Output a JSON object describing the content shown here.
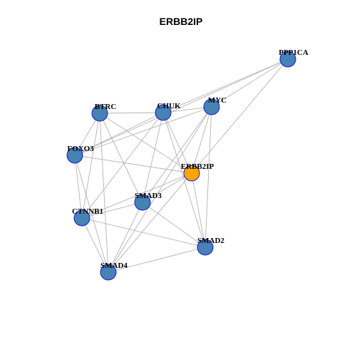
{
  "title": "ERBB2IP",
  "colors": {
    "node_default": "#4682B4",
    "node_focus": "#FFA500",
    "node_border": "#1A1ACC",
    "edge": "#B3B3B3"
  },
  "nodes": [
    {
      "id": "PPP1CA",
      "label": "PPP1CA",
      "focus": false
    },
    {
      "id": "BTRC",
      "label": "BTRC",
      "focus": false
    },
    {
      "id": "CHUK",
      "label": "CHUK",
      "focus": false
    },
    {
      "id": "MYC",
      "label": "MYC",
      "focus": false
    },
    {
      "id": "FOXO3",
      "label": "FOXO3",
      "focus": false
    },
    {
      "id": "ERBB2IP",
      "label": "ERBB2IP",
      "focus": true
    },
    {
      "id": "SMAD3",
      "label": "SMAD3",
      "focus": false
    },
    {
      "id": "CTNNB1",
      "label": "CTNNB1",
      "focus": false
    },
    {
      "id": "SMAD2",
      "label": "SMAD2",
      "focus": false
    },
    {
      "id": "SMAD4",
      "label": "SMAD4",
      "focus": false
    }
  ],
  "edges": [
    [
      "PPP1CA",
      "CHUK"
    ],
    [
      "PPP1CA",
      "MYC"
    ],
    [
      "PPP1CA",
      "ERBB2IP"
    ],
    [
      "PPP1CA",
      "FOXO3"
    ],
    [
      "BTRC",
      "CHUK"
    ],
    [
      "BTRC",
      "FOXO3"
    ],
    [
      "BTRC",
      "ERBB2IP"
    ],
    [
      "BTRC",
      "SMAD3"
    ],
    [
      "BTRC",
      "CTNNB1"
    ],
    [
      "BTRC",
      "SMAD4"
    ],
    [
      "CHUK",
      "MYC"
    ],
    [
      "CHUK",
      "ERBB2IP"
    ],
    [
      "CHUK",
      "SMAD3"
    ],
    [
      "CHUK",
      "CTNNB1"
    ],
    [
      "CHUK",
      "SMAD2"
    ],
    [
      "CHUK",
      "FOXO3"
    ],
    [
      "MYC",
      "FOXO3"
    ],
    [
      "MYC",
      "ERBB2IP"
    ],
    [
      "MYC",
      "SMAD3"
    ],
    [
      "MYC",
      "SMAD2"
    ],
    [
      "MYC",
      "SMAD4"
    ],
    [
      "FOXO3",
      "ERBB2IP"
    ],
    [
      "FOXO3",
      "CTNNB1"
    ],
    [
      "FOXO3",
      "SMAD4"
    ],
    [
      "ERBB2IP",
      "SMAD3"
    ],
    [
      "ERBB2IP",
      "CTNNB1"
    ],
    [
      "ERBB2IP",
      "SMAD2"
    ],
    [
      "ERBB2IP",
      "SMAD4"
    ],
    [
      "SMAD3",
      "SMAD2"
    ],
    [
      "SMAD3",
      "SMAD4"
    ],
    [
      "SMAD3",
      "CTNNB1"
    ],
    [
      "CTNNB1",
      "SMAD2"
    ],
    [
      "CTNNB1",
      "SMAD4"
    ],
    [
      "SMAD2",
      "SMAD4"
    ]
  ]
}
